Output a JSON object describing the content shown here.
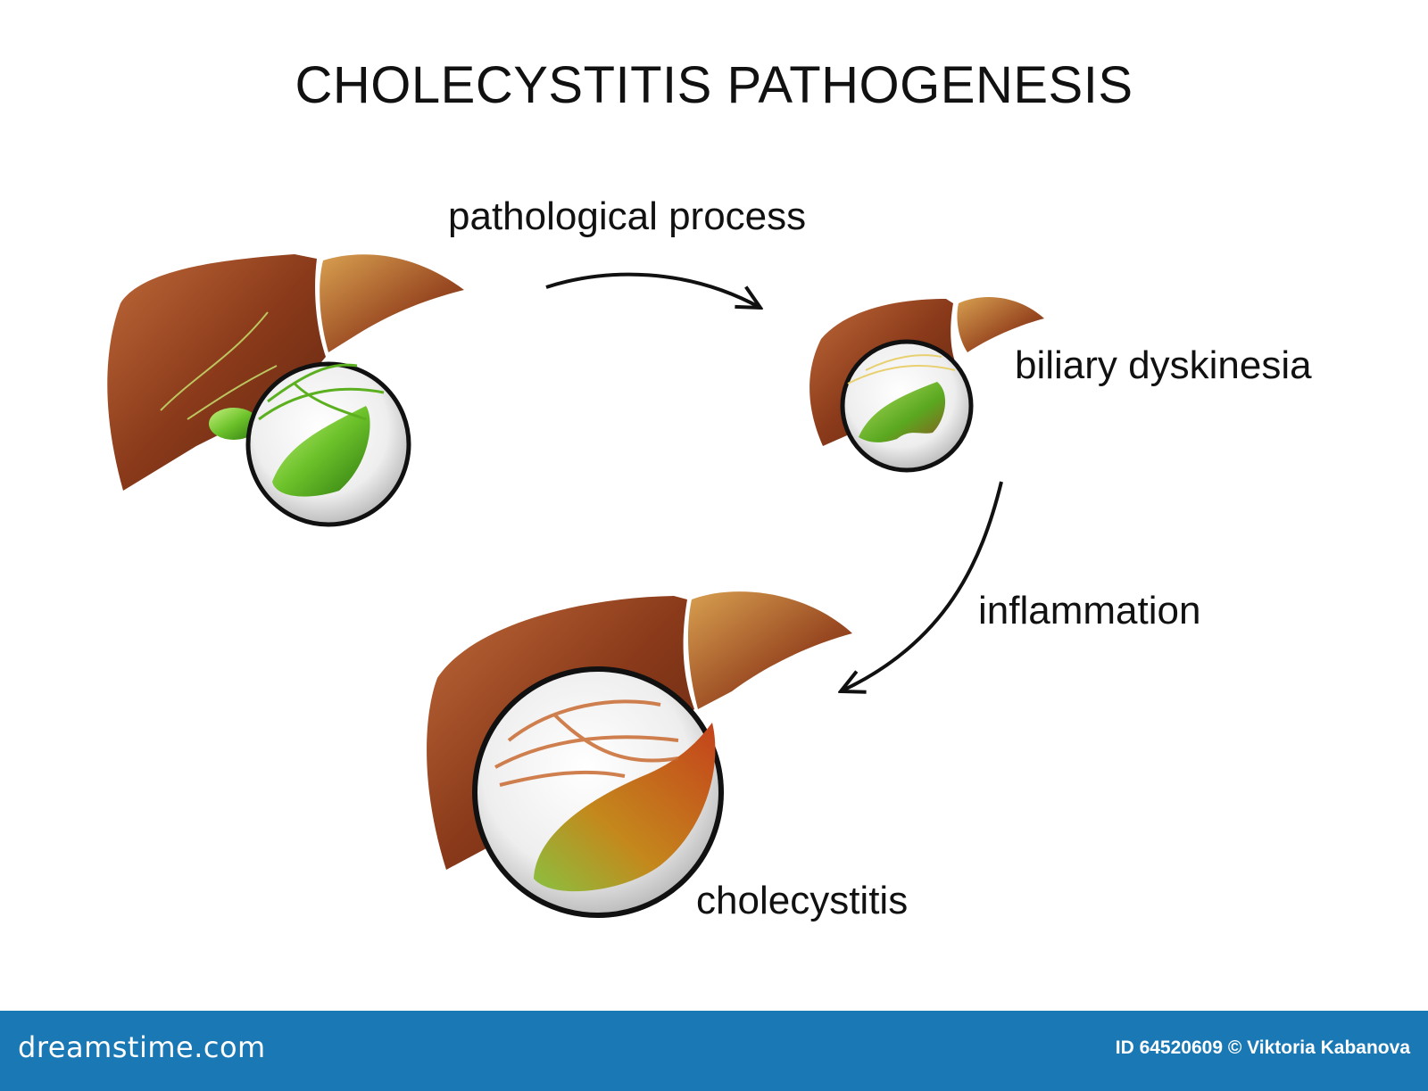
{
  "title": "CHOLECYSTITIS PATHOGENESIS",
  "labels": {
    "pathological_process": "pathological process",
    "biliary_dyskinesia": "biliary dyskinesia",
    "inflammation": "inflammation",
    "cholecystitis": "cholecystitis"
  },
  "footer": {
    "brand": "dreamstime.com",
    "credit": "ID 64520609 © Viktoria Kabanova"
  },
  "colors": {
    "liver": "#8a3a1a",
    "gallbladder_healthy": "#6cc22a",
    "inflamed": "#c4521c",
    "footer_bg": "#1a79b5"
  }
}
